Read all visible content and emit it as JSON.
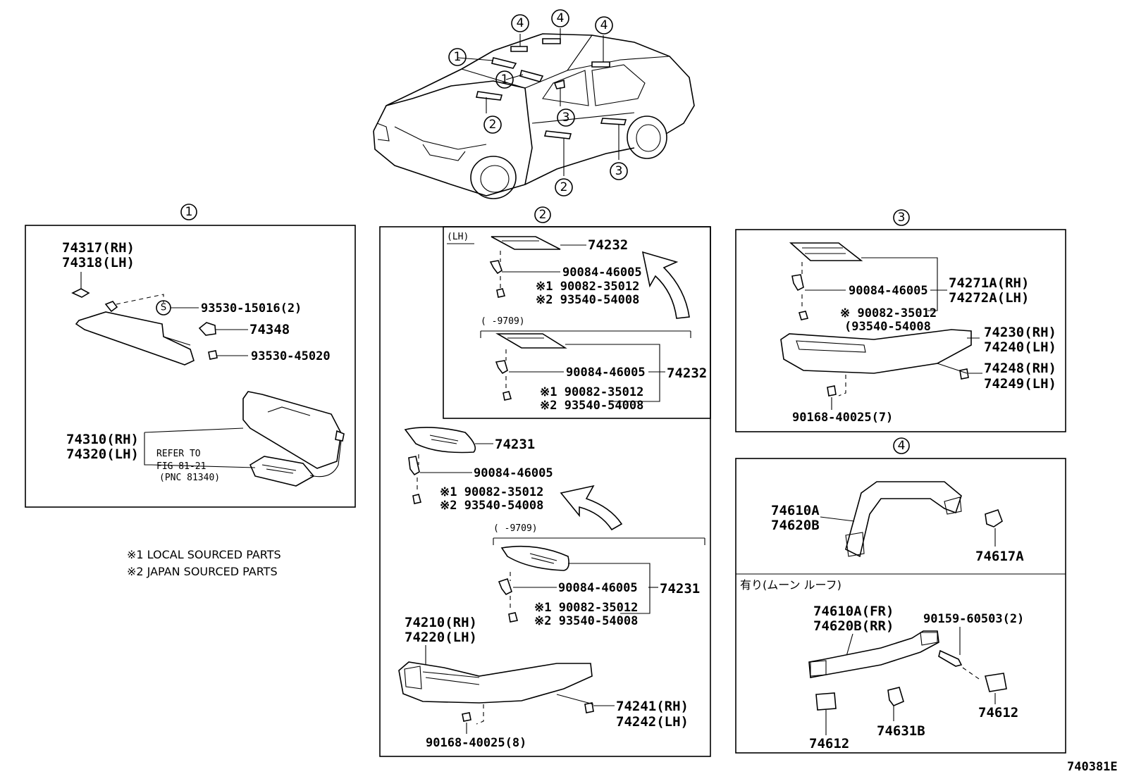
{
  "diagram_id": "740381E",
  "legend": {
    "note1": "※1 LOCAL SOURCED PARTS",
    "note2": "※2 JAPAN SOURCED PARTS"
  },
  "car_callouts": [
    "1",
    "2",
    "3",
    "4"
  ],
  "panel1": {
    "num": "1",
    "p74317": "74317(RH)",
    "p74318": "74318(LH)",
    "s_mark": "S",
    "p93530a": "93530-15016(2)",
    "p74348": "74348",
    "p93530b": "93530-45020",
    "p74310": "74310(RH)",
    "p74320": "74320(LH)",
    "refer1": "REFER TO",
    "refer2": "FIG 81-21",
    "refer3": "(PNC 81340)"
  },
  "panel2": {
    "num": "2",
    "lh": "(LH)",
    "p74232a": "74232",
    "pA_90084": "90084-46005",
    "pA_m1": "※1 90082-35012",
    "pA_m2": "※2 93540-54008",
    "range1": "(     -9709)",
    "pB_90084": "90084-46005",
    "p74232b": "74232",
    "pB_m1": "※1 90082-35012",
    "pB_m2": "※2 93540-54008",
    "p74231a": "74231",
    "pC_90084": "90084-46005",
    "pC_m1": "※1 90082-35012",
    "pC_m2": "※2 93540-54008",
    "range2": "(     -9709)",
    "pD_90084": "90084-46005",
    "p74231b": "74231",
    "pD_m1": "※1 90082-35012",
    "pD_m2": "※2 93540-54008",
    "p74210": "74210(RH)",
    "p74220": "74220(LH)",
    "p74241": "74241(RH)",
    "p74242": "74242(LH)",
    "p90168": "90168-40025(8)"
  },
  "panel3": {
    "num": "3",
    "p90084": "90084-46005",
    "p74271": "74271A(RH)",
    "p74272": "74272A(LH)",
    "m1": "※ 90082-35012",
    "m2": "(93540-54008",
    "p74230": "74230(RH)",
    "p74240": "74240(LH)",
    "p74248": "74248(RH)",
    "p74249": "74249(LH)",
    "p90168": "90168-40025(7)"
  },
  "panel4": {
    "num": "4",
    "p74610a": "74610A",
    "p74620b": "74620B",
    "p74617a": "74617A",
    "moonroof": "有り(ムーン ルーフ)",
    "p74610a_fr": "74610A(FR)",
    "p74620b_rr": "74620B(RR)",
    "p90159": "90159-60503(2)",
    "p74612a": "74612",
    "p74631b": "74631B",
    "p74612b": "74612"
  }
}
